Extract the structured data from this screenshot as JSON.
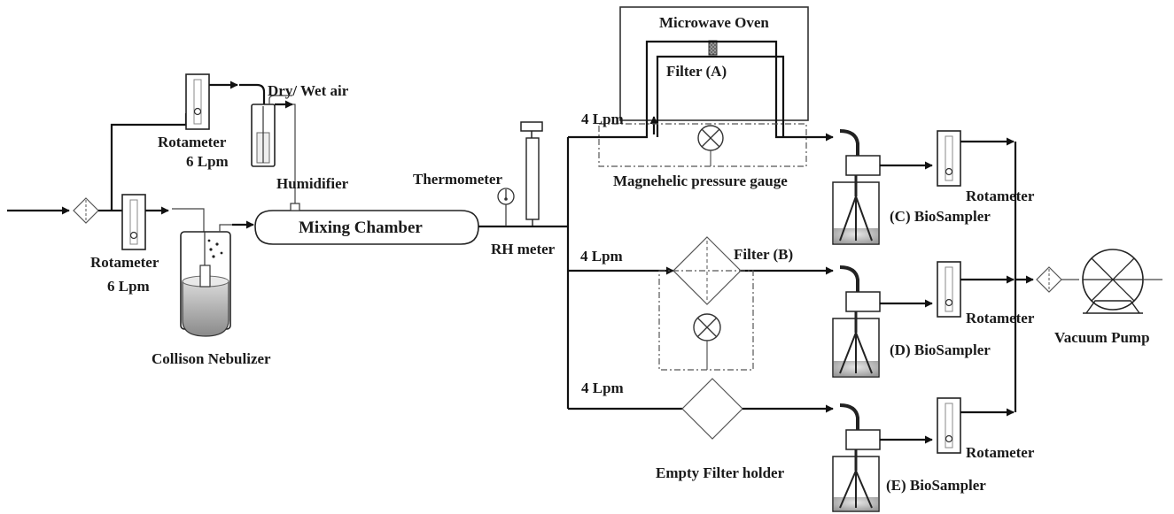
{
  "labels": {
    "dry_wet_air": "Dry/ Wet air",
    "rotameter_top": "Rotameter",
    "flow_top": "6 Lpm",
    "humidifier": "Humidifier",
    "rotameter_bottom": "Rotameter",
    "flow_bottom": "6 Lpm",
    "collison_nebulizer": "Collison Nebulizer",
    "mixing_chamber": "Mixing Chamber",
    "thermometer": "Thermometer",
    "rh_meter": "RH meter",
    "microwave_oven": "Microwave Oven",
    "filter_a": "Filter (A)",
    "flow_a": "4 Lpm",
    "magnehelic": "Magnehelic pressure gauge",
    "flow_b": "4 Lpm",
    "filter_b": "Filter (B)",
    "flow_e": "4 Lpm",
    "empty_filter_holder": "Empty Filter holder",
    "biosampler_c": "(C) BioSampler",
    "biosampler_d": "(D) BioSampler",
    "biosampler_e": "(E) BioSampler",
    "rotameter_c": "Rotameter",
    "rotameter_d": "Rotameter",
    "rotameter_e": "Rotameter",
    "vacuum_pump": "Vacuum Pump"
  }
}
